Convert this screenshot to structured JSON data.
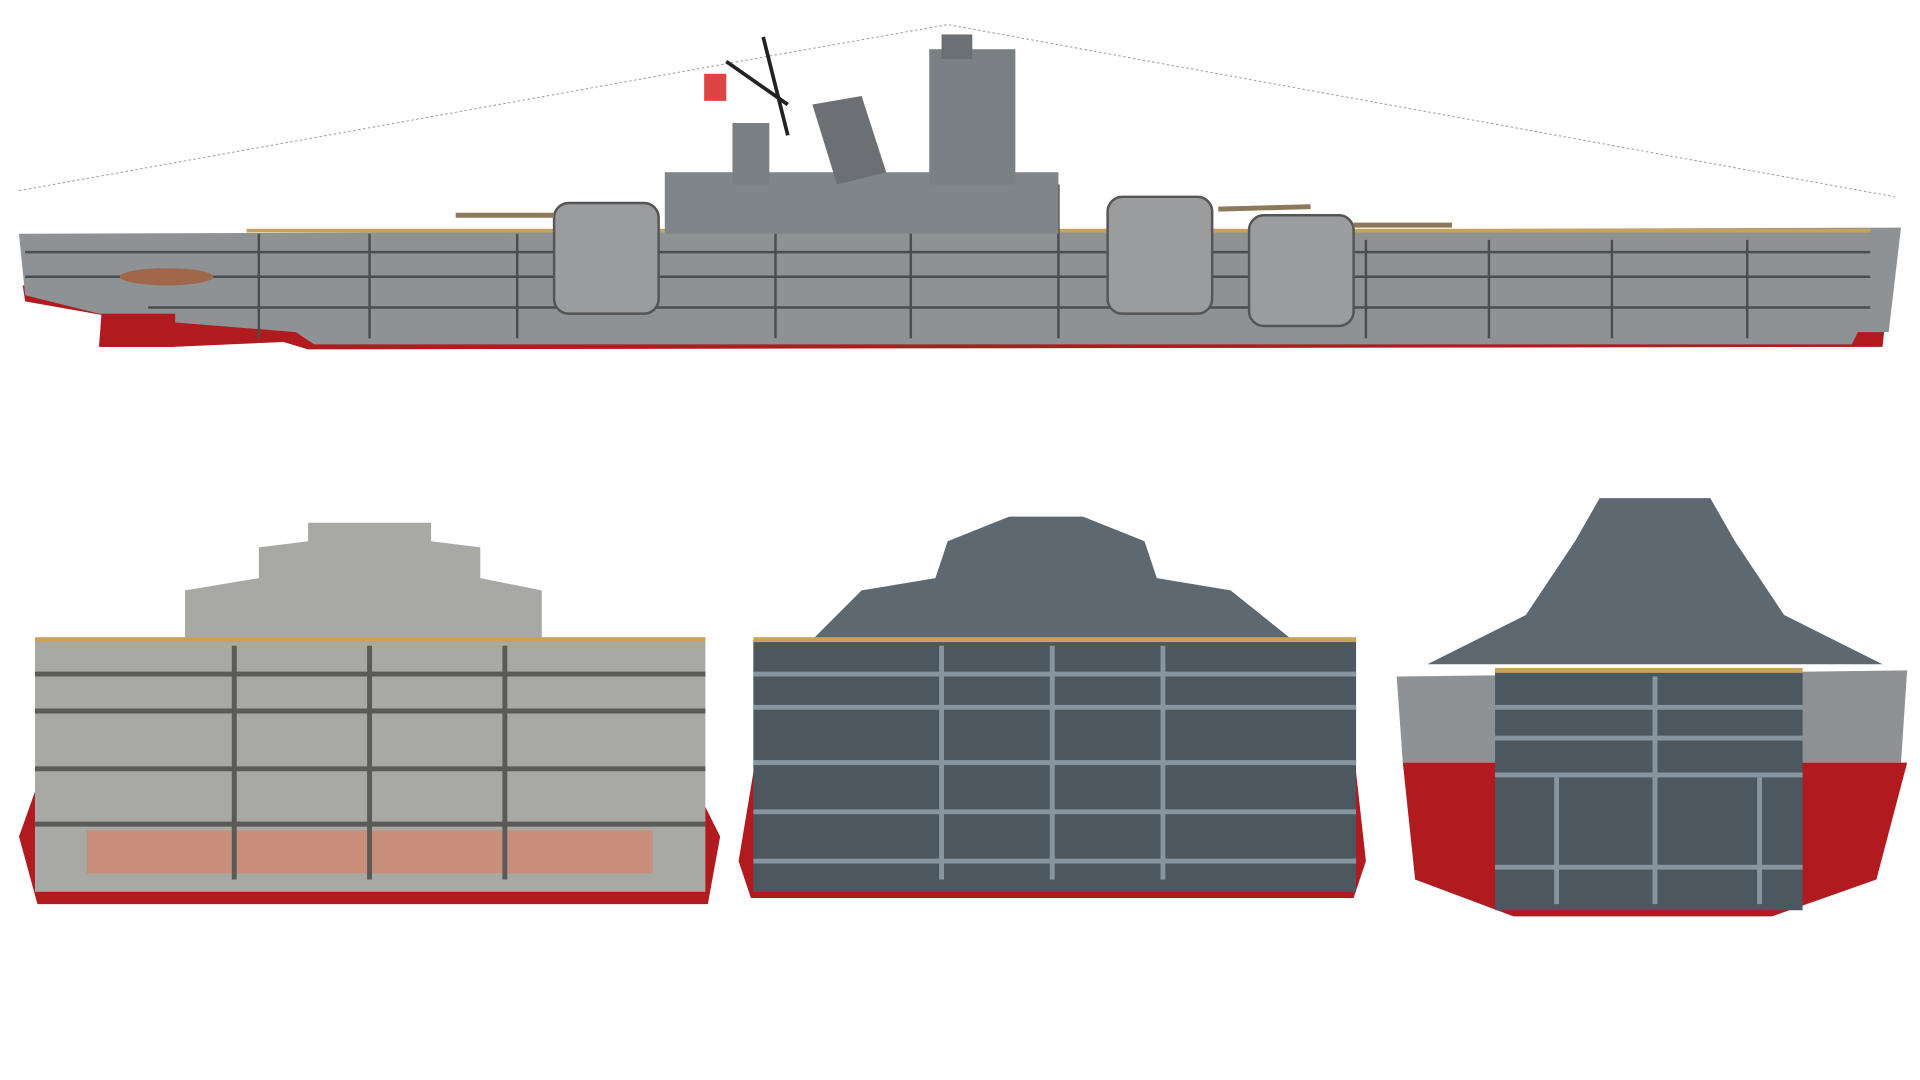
{
  "scene": {
    "subject": "ship-cutaway-render",
    "views": [
      "side-section",
      "cross-section-forward",
      "cross-section-midship",
      "cross-section-aft"
    ]
  },
  "colors": {
    "background": "#ffffff",
    "hull_gray": "#8f9294",
    "dark_gray": "#3e4346",
    "deck_line": "#c9a25a",
    "hull_red": "#b11a1f",
    "light_gray": "#a8a8a4",
    "blue_gray": "#5d6870",
    "bulkhead_pink": "#c98e7a"
  }
}
